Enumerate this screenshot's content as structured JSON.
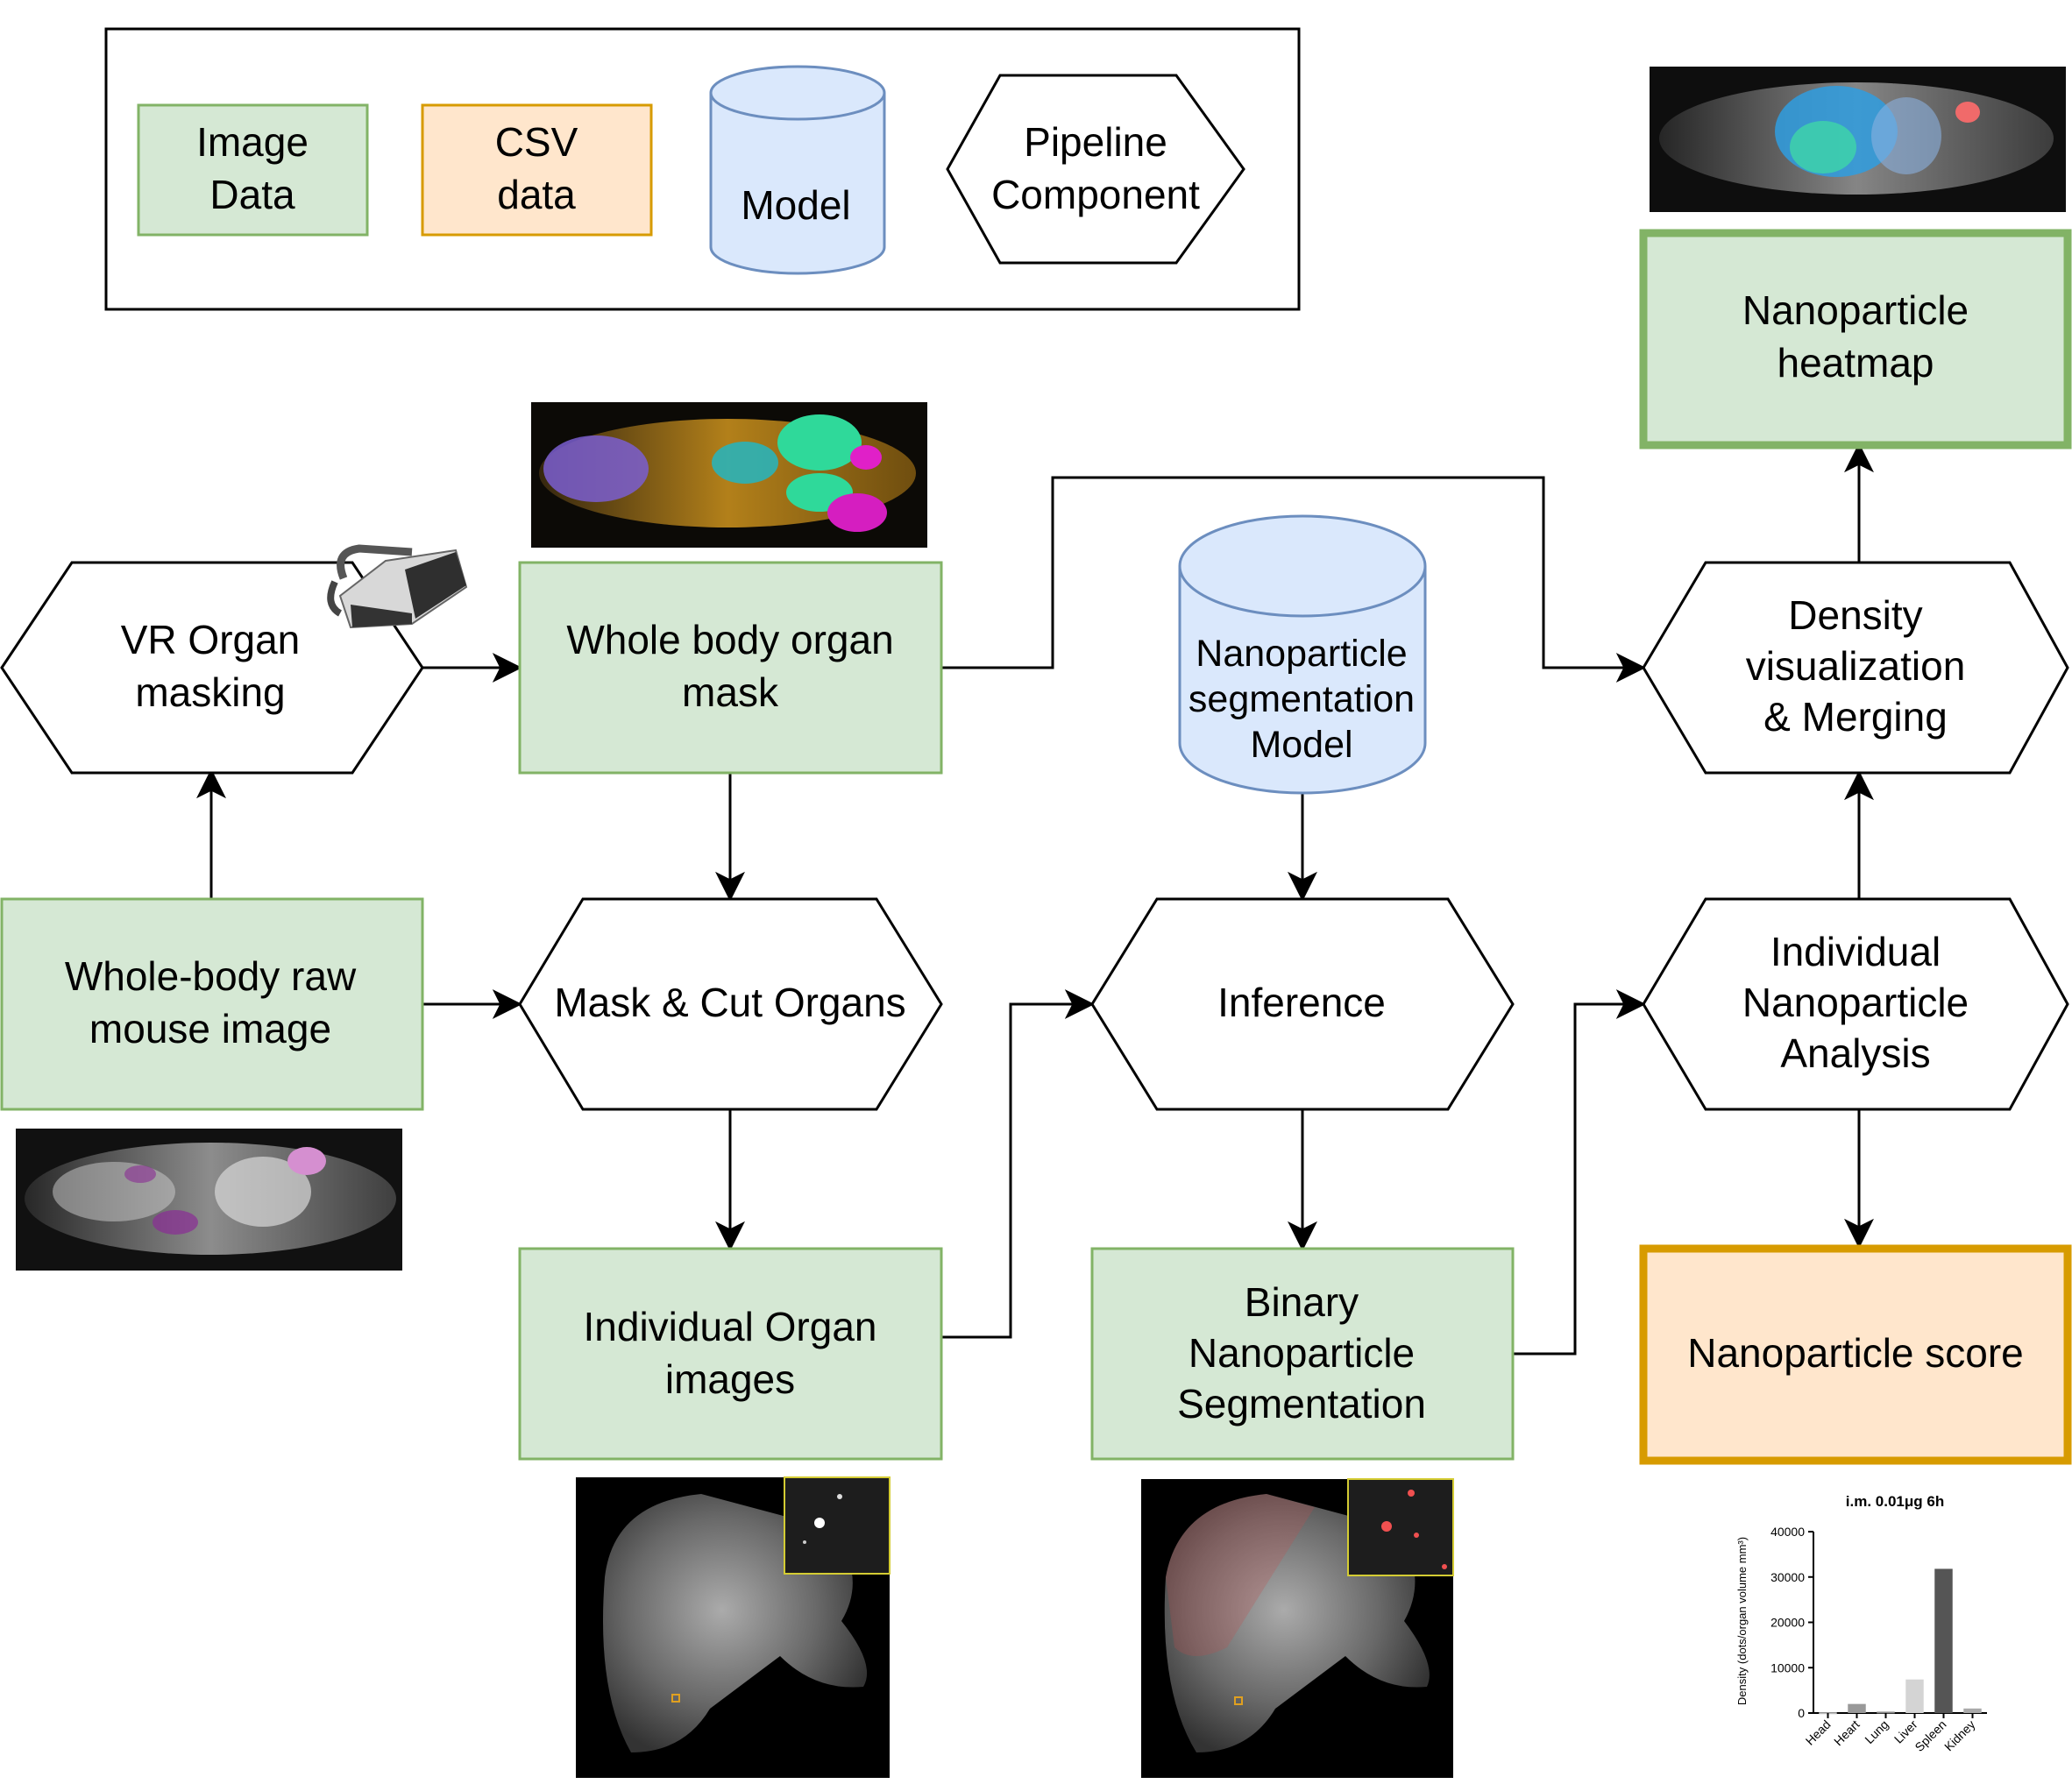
{
  "legend": {
    "image_data": [
      "Image",
      "Data"
    ],
    "csv_data": [
      "CSV",
      "data"
    ],
    "model": [
      "Model"
    ],
    "pipeline": [
      "Pipeline",
      "Component"
    ]
  },
  "nodes": {
    "vr_masking": [
      "VR Organ",
      "masking"
    ],
    "whole_body_mask": [
      "Whole body organ",
      "mask"
    ],
    "raw_image": [
      "Whole-body raw",
      "mouse image"
    ],
    "mask_cut": [
      "Mask & Cut Organs"
    ],
    "organ_images": [
      "Individual Organ",
      "images"
    ],
    "seg_model": [
      "Nanoparticle",
      "segmentation",
      "Model"
    ],
    "inference": [
      "Inference"
    ],
    "binary_seg": [
      "Binary",
      "Nanoparticle",
      "Segmentation"
    ],
    "density_vis": [
      "Density",
      "visualization",
      "& Merging"
    ],
    "individual_analysis": [
      "Individual",
      "Nanoparticle",
      "Analysis"
    ],
    "heatmap": [
      "Nanoparticle",
      "heatmap"
    ],
    "score": [
      "Nanoparticle score"
    ]
  },
  "colors": {
    "image_fill": "#d5e8d4",
    "image_stroke": "#82b366",
    "csv_fill": "#ffe6cc",
    "csv_stroke": "#d79b00",
    "model_fill": "#dae8fc",
    "model_stroke": "#6c8ebf"
  },
  "chart_data": {
    "type": "bar",
    "title": "i.m. 0.01μg 6h",
    "ylabel": "Density (dots/organ volume mm³)",
    "categories": [
      "Head",
      "Heart",
      "Lung",
      "Liver",
      "Spleen",
      "Kidney"
    ],
    "values": [
      150,
      2000,
      300,
      7400,
      31800,
      1000
    ],
    "colors": [
      "#bbbbbb",
      "#999999",
      "#888888",
      "#d4d4d4",
      "#555555",
      "#aaaaaa"
    ],
    "yticks": [
      0,
      10000,
      20000,
      30000,
      40000
    ],
    "ylim": [
      0,
      40000
    ]
  }
}
